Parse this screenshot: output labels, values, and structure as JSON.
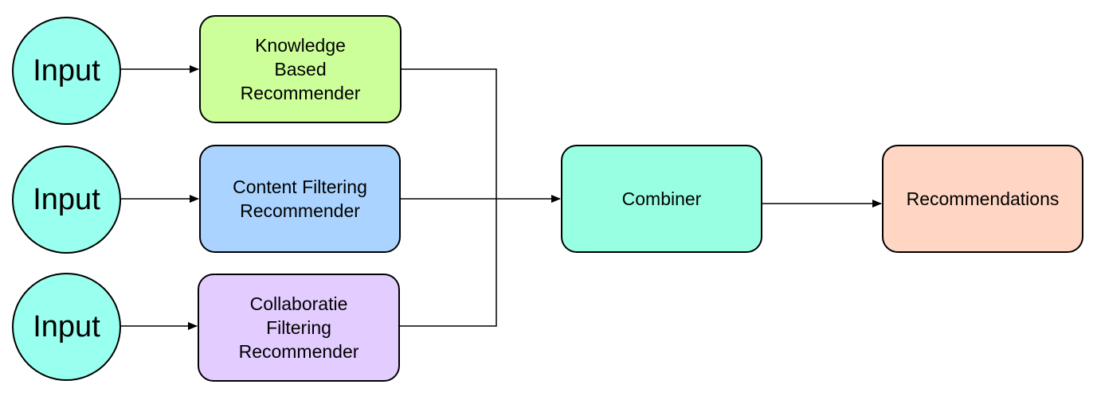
{
  "inputs": [
    {
      "label": "Input"
    },
    {
      "label": "Input"
    },
    {
      "label": "Input"
    }
  ],
  "recommenders": [
    {
      "label": "Knowledge\nBased\nRecommender",
      "color": "#CCFF99"
    },
    {
      "label": "Content Filtering\nRecommender",
      "color": "#AAD4FF"
    },
    {
      "label": "Collaboratie\nFiltering\nRecommender",
      "color": "#E3CCFF"
    }
  ],
  "combiner": {
    "label": "Combiner",
    "color": "#99FFE2"
  },
  "output": {
    "label": "Recommendations",
    "color": "#FFD6C4"
  },
  "circle_color": "#99FFEE",
  "stroke_color": "#000000"
}
